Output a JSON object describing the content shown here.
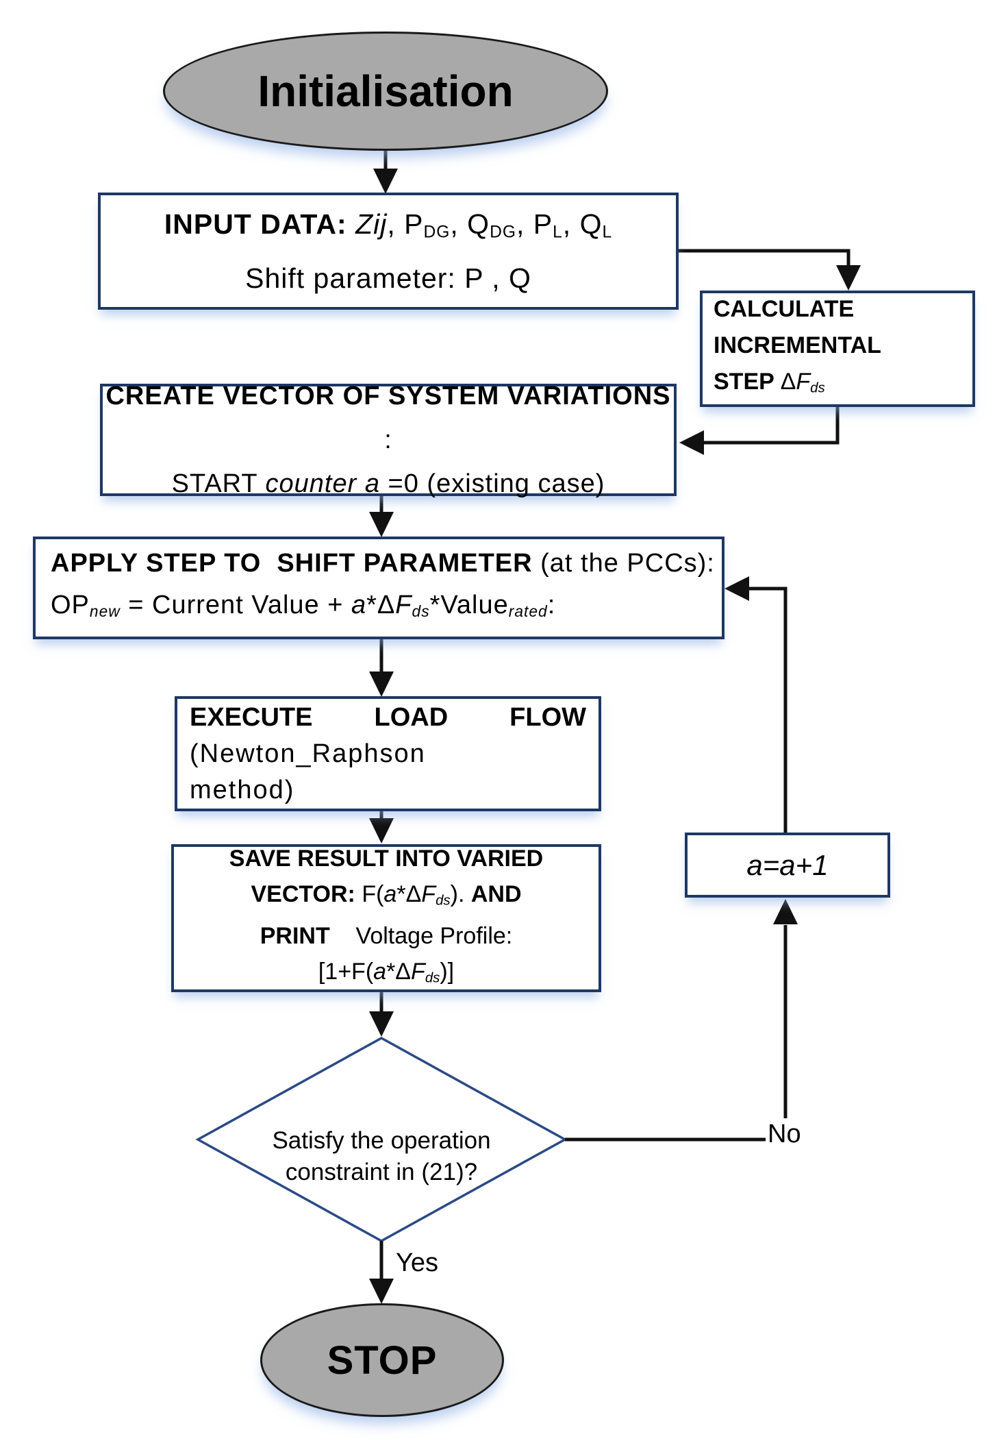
{
  "colors": {
    "box_border": "#1f3864",
    "diamond_border": "#2a4a85",
    "terminal_fill": "#a9a9a9",
    "terminal_border": "#1a1a1a",
    "line_color": "#111111"
  },
  "edges": {
    "yes": "Yes",
    "no": "No"
  },
  "nodes": {
    "init": {
      "label": "Initialisation"
    },
    "stop": {
      "label": "STOP"
    },
    "input": {
      "line1": [
        {
          "t": "INPUT DATA: ",
          "b": true
        },
        {
          "t": "Zij",
          "i": true
        },
        {
          "t": ", P"
        },
        {
          "t": "DG",
          "sub": true
        },
        {
          "t": ", Q"
        },
        {
          "t": "DG",
          "sub": true
        },
        {
          "t": ", P"
        },
        {
          "t": "L",
          "sub": true
        },
        {
          "t": ", Q"
        },
        {
          "t": "L",
          "sub": true
        }
      ],
      "line2": [
        {
          "t": "Shift parameter: P , Q"
        }
      ]
    },
    "calc": {
      "line1": [
        {
          "t": "CALCULATE",
          "b": true
        }
      ],
      "line2": [
        {
          "t": "INCREMENTAL",
          "b": true
        }
      ],
      "line3": [
        {
          "t": "STEP ",
          "b": true
        },
        {
          "t": "Δ"
        },
        {
          "t": "F",
          "i": true
        },
        {
          "t": "ds",
          "i": true,
          "sub": true
        }
      ]
    },
    "create": {
      "line1": [
        {
          "t": "CREATE VECTOR OF SYSTEM VARIATIONS",
          "b": true
        },
        {
          "t": " :"
        }
      ],
      "line2": [
        {
          "t": "START "
        },
        {
          "t": "counter a",
          "i": true
        },
        {
          "t": " =0 (existing case)"
        }
      ]
    },
    "apply": {
      "line1": [
        {
          "t": "APPLY STEP TO  SHIFT PARAMETER ",
          "b": true
        },
        {
          "t": "(at the PCCs):"
        }
      ],
      "line2": [
        {
          "t": "OP"
        },
        {
          "t": "new",
          "sub": true,
          "i": true
        },
        {
          "t": " = Current Value + "
        },
        {
          "t": "a",
          "i": true
        },
        {
          "t": "*Δ"
        },
        {
          "t": "F",
          "i": true
        },
        {
          "t": "ds",
          "sub": true,
          "i": true
        },
        {
          "t": "*Value"
        },
        {
          "t": "rated",
          "sub": true,
          "i": true
        },
        {
          "t": ":"
        }
      ]
    },
    "execute": {
      "line1": [
        {
          "t": "EXECUTE",
          "b": true
        },
        {
          "t": "LOAD",
          "b": true
        },
        {
          "t": "FLOW",
          "b": true
        }
      ],
      "line2": [
        {
          "t": "(Newton_Raphson"
        }
      ],
      "line3": [
        {
          "t": "method)"
        }
      ]
    },
    "save": {
      "line1": [
        {
          "t": "SAVE RESULT INTO VARIED",
          "b": true
        }
      ],
      "line2": [
        {
          "t": "VECTOR: ",
          "b": true
        },
        {
          "t": "F("
        },
        {
          "t": "a",
          "i": true
        },
        {
          "t": "*Δ"
        },
        {
          "t": "F",
          "i": true
        },
        {
          "t": "ds",
          "sub": true,
          "i": true
        },
        {
          "t": "). "
        },
        {
          "t": "AND",
          "b": true
        }
      ],
      "line3": [
        {
          "t": "PRINT",
          "b": true
        },
        {
          "t": "    Voltage Profile:"
        }
      ],
      "line4": [
        {
          "t": "[1+F("
        },
        {
          "t": "a",
          "i": true
        },
        {
          "t": "*Δ"
        },
        {
          "t": "F",
          "i": true
        },
        {
          "t": "ds",
          "sub": true,
          "i": true
        },
        {
          "t": ")]"
        }
      ]
    },
    "decision": {
      "line1": [
        {
          "t": "Satisfy the operation"
        }
      ],
      "line2": [
        {
          "t": "constraint in (21)?"
        }
      ]
    },
    "loop": {
      "line1": [
        {
          "t": "a=a+1",
          "i": true
        }
      ]
    }
  }
}
